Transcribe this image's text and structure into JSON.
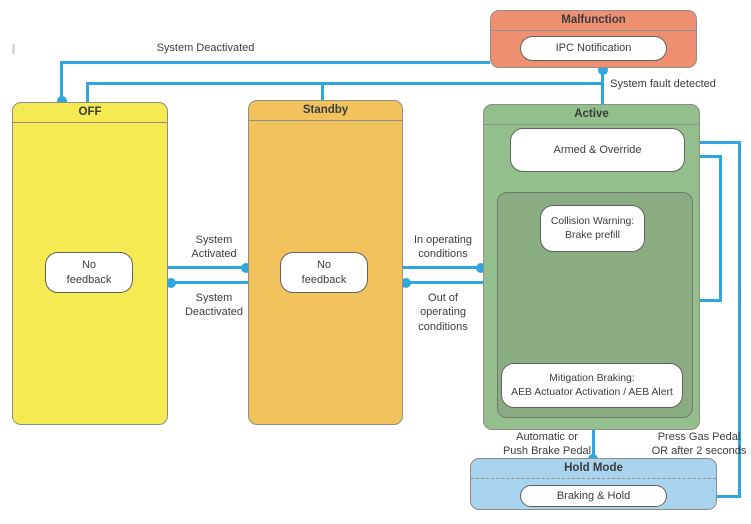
{
  "diagram": {
    "title": "AEB system state diagram",
    "colors": {
      "connector": "#2ea7de",
      "malfunction_bg": "#ef8f72",
      "off_bg": "#f5ea52",
      "standby_bg": "#f2c35c",
      "active_bg": "#92bf8b",
      "active_inner_bg": "#8aac83",
      "hold_bg": "#a9d4f0",
      "text": "#3c3c3c",
      "box_bg": "#ffffff"
    },
    "states": {
      "malfunction": {
        "title": "Malfunction",
        "substate": "IPC Notification"
      },
      "off": {
        "title": "OFF",
        "substate": "No\nfeedback"
      },
      "standby": {
        "title": "Standby",
        "substate": "No\nfeedback"
      },
      "active": {
        "title": "Active",
        "armed": "Armed & Override",
        "collision": "Collision Warning:\nBrake prefill",
        "mitigation": "Mitigation Braking:\nAEB Actuator Activation / AEB Alert"
      },
      "hold": {
        "title": "Hold Mode",
        "substate": "Braking & Hold"
      }
    },
    "transitions": {
      "system_deactivated_top": "System Deactivated",
      "system_fault_detected": "System fault detected",
      "system_activated": "System\nActivated",
      "system_deactivated_mid": "System\nDeactivated",
      "in_operating": "In operating\nconditions",
      "out_operating": "Out of\noperating\nconditions",
      "automatic_or_brake": "Automatic or\nPush Brake Pedal",
      "press_gas": "Press Gas Pedal\nOR after 2 seconds"
    }
  }
}
